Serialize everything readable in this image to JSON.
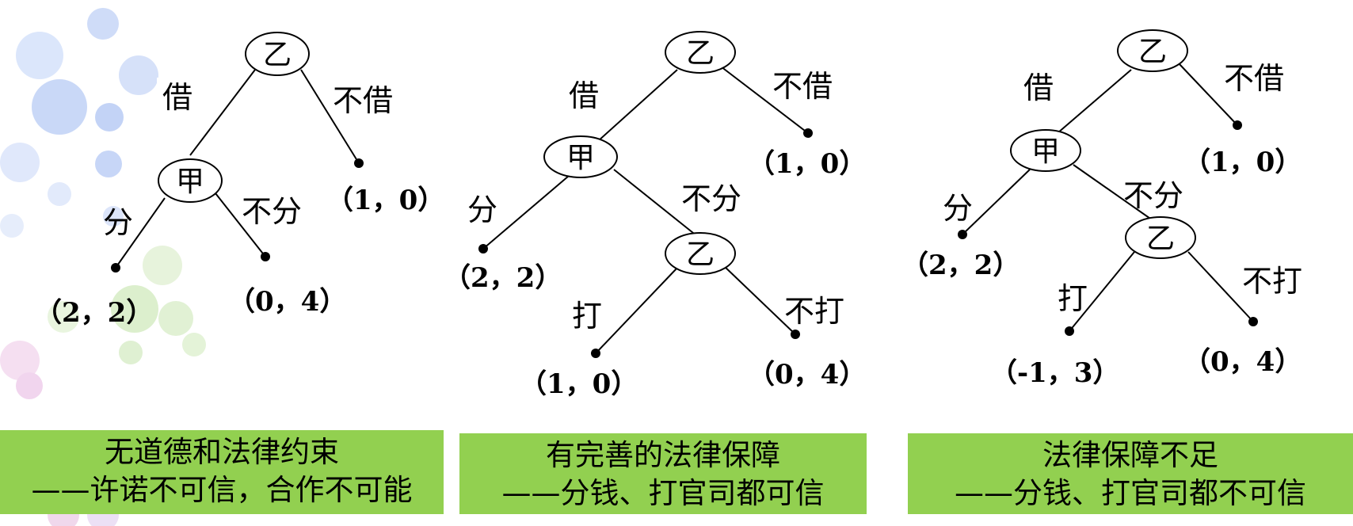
{
  "trees": [
    {
      "nodes": {
        "root": "乙",
        "second": "甲"
      },
      "edges": {
        "borrow": "借",
        "not_borrow": "不借",
        "split": "分",
        "not_split": "不分"
      },
      "payoffs": {
        "not_borrow": "（1，0）",
        "split": "（2，2）",
        "not_split": "（0，4）"
      },
      "caption": {
        "line1": "无道德和法律约束",
        "line2": "——许诺不可信，合作不可能"
      }
    },
    {
      "nodes": {
        "root": "乙",
        "second": "甲",
        "third": "乙"
      },
      "edges": {
        "borrow": "借",
        "not_borrow": "不借",
        "split": "分",
        "not_split": "不分",
        "sue": "打",
        "not_sue": "不打"
      },
      "payoffs": {
        "not_borrow": "（1，0）",
        "split": "（2，2）",
        "sue": "（1，0）",
        "not_sue": "（0，4）"
      },
      "caption": {
        "line1": "有完善的法律保障",
        "line2": "——分钱、打官司都可信"
      }
    },
    {
      "nodes": {
        "root": "乙",
        "second": "甲",
        "third": "乙"
      },
      "edges": {
        "borrow": "借",
        "not_borrow": "不借",
        "split": "分",
        "not_split": "不分",
        "sue": "打",
        "not_sue": "不打"
      },
      "payoffs": {
        "not_borrow": "（1，0）",
        "split": "（2，2）",
        "sue": "（-1，3）",
        "not_sue": "（0，4）"
      },
      "caption": {
        "line1": "法律保障不足",
        "line2": "——分钱、打官司都不可信"
      }
    }
  ],
  "colors": {
    "caption_bg": "#92d050"
  }
}
